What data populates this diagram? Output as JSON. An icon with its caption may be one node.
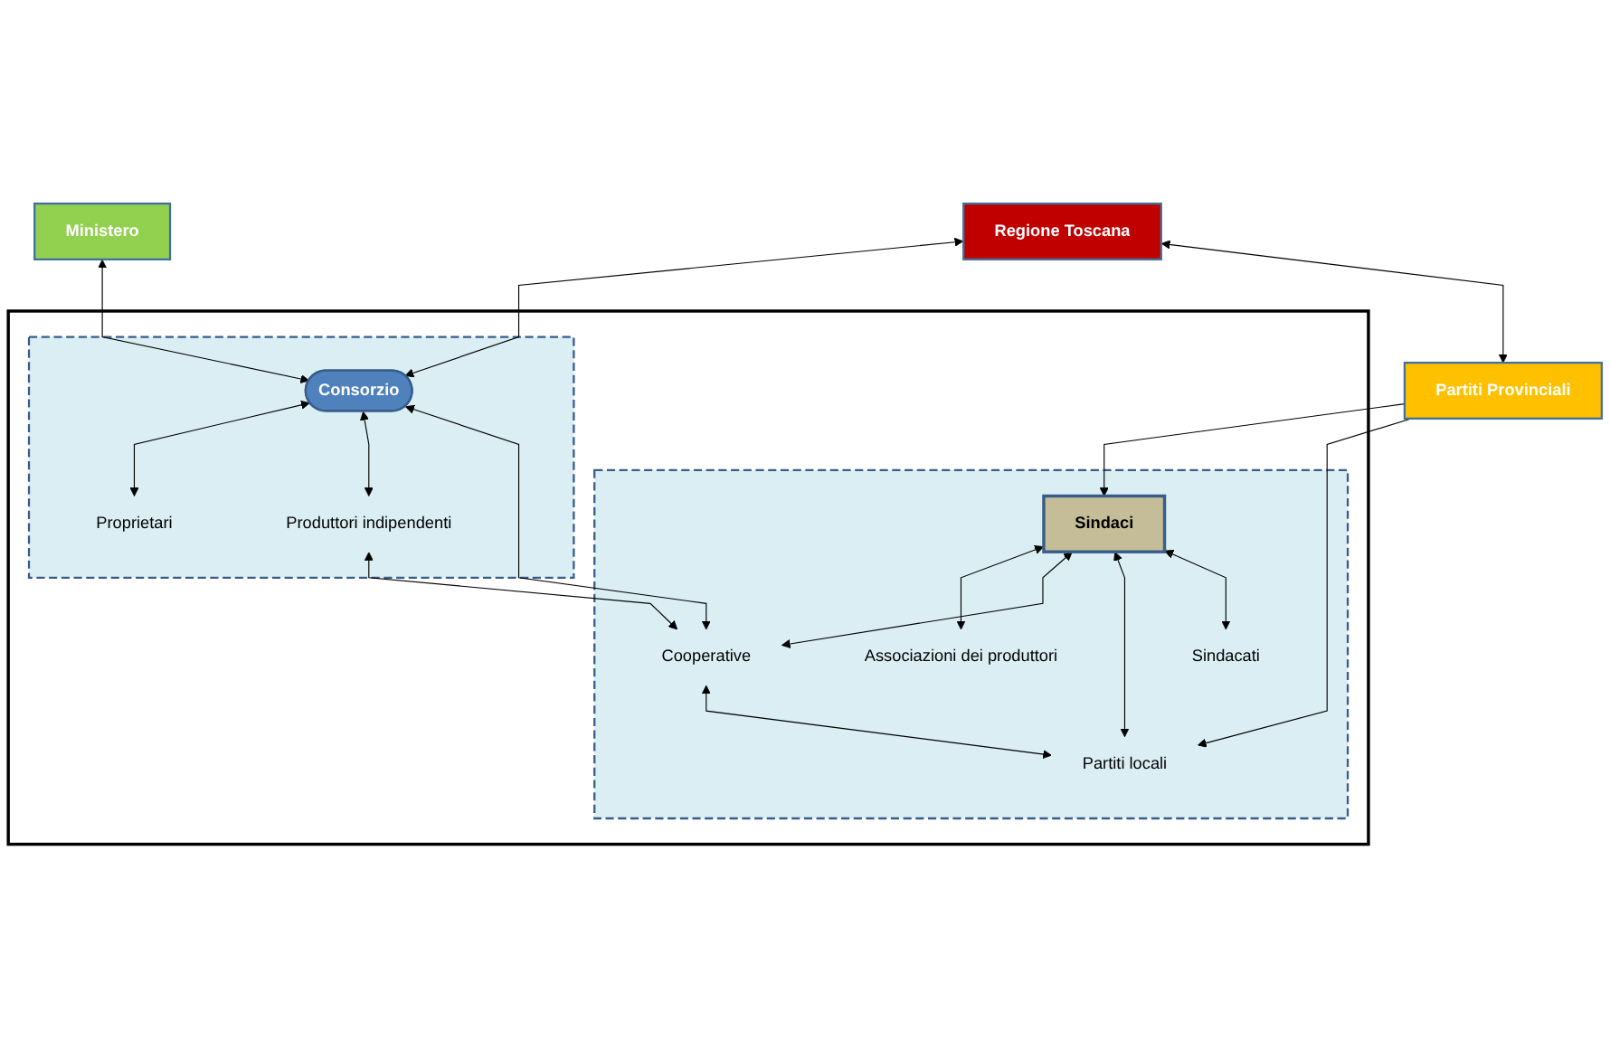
{
  "diagram": {
    "nodes": [
      {
        "text": [
          "Ministero"
        ]
      },
      {
        "text": [
          "Regione Toscana"
        ]
      },
      {
        "text": [
          "Partiti Provinciali"
        ]
      },
      {
        "text": [],
        "shape": "box"
      },
      {
        "text": [],
        "shape": "box",
        "in": 3
      },
      {
        "text": [],
        "shape": "box",
        "in": 3
      },
      {
        "text": [
          "Consorzio"
        ],
        "in": 4
      },
      {
        "text": [
          "Sindaci"
        ],
        "in": 5
      },
      {
        "text": [
          "Associazioni dei produttori"
        ],
        "in": 5
      },
      {
        "text": [
          "Proprietari"
        ],
        "in": 4
      },
      {
        "text": [
          "Sindacati"
        ],
        "in": 5
      },
      {
        "text": [
          "Partiti locali"
        ],
        "in": 5
      },
      {
        "text": [
          "Produttori indipendenti"
        ],
        "in": 4
      },
      {
        "text": [
          "Cooperative"
        ],
        "in": 5
      }
    ],
    "edges": [
      {
        "from": 0,
        "to": 6,
        "arrow": "both"
      },
      {
        "from": 1,
        "to": 6,
        "arrow": "both"
      },
      {
        "from": 1,
        "to": 2,
        "arrow": "both"
      },
      {
        "from": 2,
        "to": 7,
        "arrow": "to"
      },
      {
        "from": 2,
        "to": 11,
        "arrow": "to"
      },
      {
        "from": 6,
        "to": 9,
        "arrow": "both"
      },
      {
        "from": 6,
        "to": 12,
        "arrow": "both"
      },
      {
        "from": 6,
        "to": 13,
        "arrow": "both"
      },
      {
        "from": 12,
        "to": 13,
        "arrow": "both"
      },
      {
        "from": 7,
        "to": 8,
        "arrow": "both"
      },
      {
        "from": 7,
        "to": 13,
        "arrow": "both"
      },
      {
        "from": 7,
        "to": 11,
        "arrow": "both"
      },
      {
        "from": 7,
        "to": 10,
        "arrow": "both"
      },
      {
        "from": 13,
        "to": 11,
        "arrow": "both"
      }
    ]
  }
}
